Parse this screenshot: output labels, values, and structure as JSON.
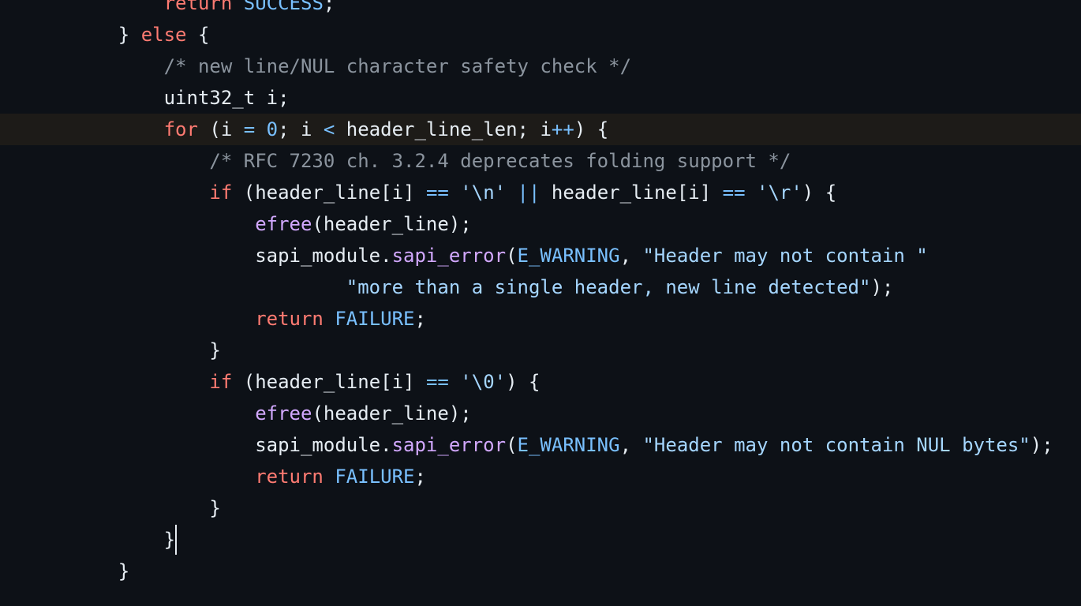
{
  "editor": {
    "lines": [
      [
        {
          "t": "        ",
          "k": "p"
        },
        {
          "t": "return",
          "k": "kw"
        },
        {
          "t": " ",
          "k": "p"
        },
        {
          "t": "SUCCESS",
          "k": "c"
        },
        {
          "t": ";",
          "k": "p"
        }
      ],
      [
        {
          "t": "    } ",
          "k": "p"
        },
        {
          "t": "else",
          "k": "kw"
        },
        {
          "t": " {",
          "k": "p"
        }
      ],
      [
        {
          "t": "        ",
          "k": "p"
        },
        {
          "t": "/* new line/NUL character safety check */",
          "k": "cm"
        }
      ],
      [
        {
          "t": "        uint32_t i;",
          "k": "p"
        }
      ],
      [
        {
          "t": "        ",
          "k": "p"
        },
        {
          "t": "for",
          "k": "kw"
        },
        {
          "t": " (i ",
          "k": "p"
        },
        {
          "t": "=",
          "k": "c"
        },
        {
          "t": " ",
          "k": "p"
        },
        {
          "t": "0",
          "k": "c"
        },
        {
          "t": "; i ",
          "k": "p"
        },
        {
          "t": "<",
          "k": "c"
        },
        {
          "t": " header_line_len; i",
          "k": "p"
        },
        {
          "t": "++",
          "k": "c"
        },
        {
          "t": ") {",
          "k": "p"
        }
      ],
      [
        {
          "t": "            ",
          "k": "p"
        },
        {
          "t": "/* RFC 7230 ch. 3.2.4 deprecates folding support */",
          "k": "cm"
        }
      ],
      [
        {
          "t": "            ",
          "k": "p"
        },
        {
          "t": "if",
          "k": "kw"
        },
        {
          "t": " (header_line[i] ",
          "k": "p"
        },
        {
          "t": "==",
          "k": "c"
        },
        {
          "t": " ",
          "k": "p"
        },
        {
          "t": "'\\n'",
          "k": "s"
        },
        {
          "t": " ",
          "k": "p"
        },
        {
          "t": "||",
          "k": "c"
        },
        {
          "t": " header_line[i] ",
          "k": "p"
        },
        {
          "t": "==",
          "k": "c"
        },
        {
          "t": " ",
          "k": "p"
        },
        {
          "t": "'\\r'",
          "k": "s"
        },
        {
          "t": ") {",
          "k": "p"
        }
      ],
      [
        {
          "t": "                ",
          "k": "p"
        },
        {
          "t": "efree",
          "k": "fn"
        },
        {
          "t": "(header_line);",
          "k": "p"
        }
      ],
      [
        {
          "t": "                sapi_module.",
          "k": "p"
        },
        {
          "t": "sapi_error",
          "k": "fn"
        },
        {
          "t": "(",
          "k": "p"
        },
        {
          "t": "E_WARNING",
          "k": "c"
        },
        {
          "t": ", ",
          "k": "p"
        },
        {
          "t": "\"Header may not contain \"",
          "k": "s"
        }
      ],
      [
        {
          "t": "                        ",
          "k": "p"
        },
        {
          "t": "\"more than a single header, new line detected\"",
          "k": "s"
        },
        {
          "t": ");",
          "k": "p"
        }
      ],
      [
        {
          "t": "                ",
          "k": "p"
        },
        {
          "t": "return",
          "k": "kw"
        },
        {
          "t": " ",
          "k": "p"
        },
        {
          "t": "FAILURE",
          "k": "c"
        },
        {
          "t": ";",
          "k": "p"
        }
      ],
      [
        {
          "t": "            }",
          "k": "p"
        }
      ],
      [
        {
          "t": "            ",
          "k": "p"
        },
        {
          "t": "if",
          "k": "kw"
        },
        {
          "t": " (header_line[i] ",
          "k": "p"
        },
        {
          "t": "==",
          "k": "c"
        },
        {
          "t": " ",
          "k": "p"
        },
        {
          "t": "'\\0'",
          "k": "s"
        },
        {
          "t": ") {",
          "k": "p"
        }
      ],
      [
        {
          "t": "                ",
          "k": "p"
        },
        {
          "t": "efree",
          "k": "fn"
        },
        {
          "t": "(header_line);",
          "k": "p"
        }
      ],
      [
        {
          "t": "                sapi_module.",
          "k": "p"
        },
        {
          "t": "sapi_error",
          "k": "fn"
        },
        {
          "t": "(",
          "k": "p"
        },
        {
          "t": "E_WARNING",
          "k": "c"
        },
        {
          "t": ", ",
          "k": "p"
        },
        {
          "t": "\"Header may not contain NUL bytes\"",
          "k": "s"
        },
        {
          "t": ");",
          "k": "p"
        }
      ],
      [
        {
          "t": "                ",
          "k": "p"
        },
        {
          "t": "return",
          "k": "kw"
        },
        {
          "t": " ",
          "k": "p"
        },
        {
          "t": "FAILURE",
          "k": "c"
        },
        {
          "t": ";",
          "k": "p"
        }
      ],
      [
        {
          "t": "            }",
          "k": "p"
        }
      ],
      [
        {
          "t": "        }",
          "k": "p"
        }
      ],
      [
        {
          "t": "    }",
          "k": "p"
        }
      ]
    ],
    "current_line": 4,
    "caret": {
      "line": 17,
      "column": 9
    }
  },
  "colors": {
    "background": "#0d1117",
    "current_line_highlight": "#1d1b18",
    "keyword": "#ff7b72",
    "comment": "#8b949e",
    "function": "#d2a8ff",
    "constant": "#79c0ff",
    "string": "#a5d6ff",
    "plain": "#e6edf3"
  }
}
